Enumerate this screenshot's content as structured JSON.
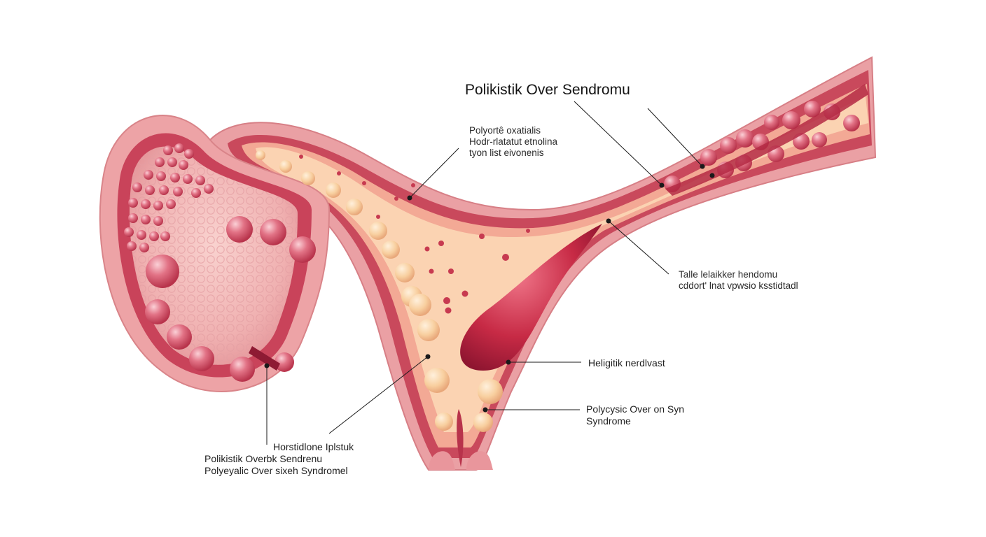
{
  "diagram": {
    "title": "Polikistik Over Sendromu",
    "labels": [
      {
        "id": "top-left",
        "lines": [
          "Polyortê oxatialis",
          "Hodr-rlatatut etnolina",
          "tyon list eivonenis"
        ]
      },
      {
        "id": "right-upper",
        "lines": [
          "Talle lelaikker hendomu",
          "cddort' lnat vpwsio ksstidtadl"
        ]
      },
      {
        "id": "right-middle",
        "lines": [
          "Heligitik nerdlvast"
        ]
      },
      {
        "id": "right-lower",
        "lines": [
          "Polycysic Over on Syn",
          "Syndrome"
        ]
      },
      {
        "id": "bottom-left",
        "lines": [
          "Horstidlone Iplstuk",
          "Polikistik Overbk Sendrenu",
          "Polyeyalic Over sixeh Syndromel"
        ]
      }
    ],
    "colors": {
      "outer_wall": "#e8929a",
      "muscle_layer": "#c94a5c",
      "inner_lining": "#f5b99a",
      "lumen": "#fbd7b8",
      "ovary_tissue": "#f2b7b8",
      "cyst": "#d9546a",
      "follicle": "#f7c896",
      "leader_line": "#1a1a1a"
    }
  }
}
